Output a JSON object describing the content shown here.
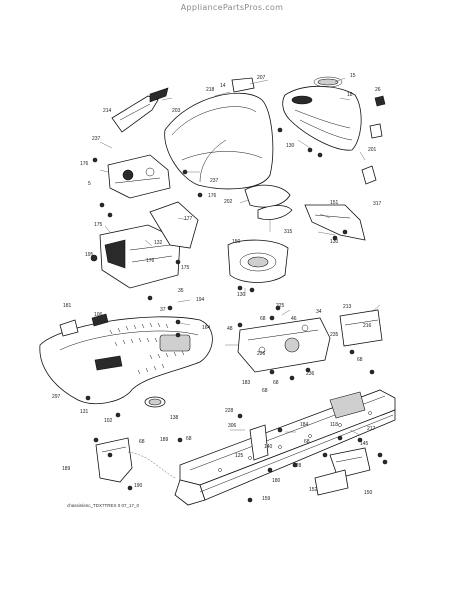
{
  "watermark": "AppliancePartsPros.com",
  "drawing_code": "chassis/enc_TDX7TREX 0 07_17_0",
  "part_labels": [
    {
      "text": "207"
    },
    {
      "text": "15"
    },
    {
      "text": "218"
    },
    {
      "text": "14"
    },
    {
      "text": "18"
    },
    {
      "text": "26"
    },
    {
      "text": "214"
    },
    {
      "text": "203"
    },
    {
      "text": "130"
    },
    {
      "text": "237"
    },
    {
      "text": "201"
    },
    {
      "text": "176"
    },
    {
      "text": "5"
    },
    {
      "text": "237"
    },
    {
      "text": "176"
    },
    {
      "text": "317"
    },
    {
      "text": "202"
    },
    {
      "text": "151"
    },
    {
      "text": "175"
    },
    {
      "text": "177"
    },
    {
      "text": "315"
    },
    {
      "text": "132"
    },
    {
      "text": "175"
    },
    {
      "text": "150"
    },
    {
      "text": "130"
    },
    {
      "text": "195"
    },
    {
      "text": "176"
    },
    {
      "text": "130"
    },
    {
      "text": "35"
    },
    {
      "text": "181"
    },
    {
      "text": "37"
    },
    {
      "text": "194"
    },
    {
      "text": "225"
    },
    {
      "text": "34"
    },
    {
      "text": "213"
    },
    {
      "text": "106"
    },
    {
      "text": "68"
    },
    {
      "text": "46"
    },
    {
      "text": "235"
    },
    {
      "text": "216"
    },
    {
      "text": "164"
    },
    {
      "text": "48"
    },
    {
      "text": "226"
    },
    {
      "text": "183"
    },
    {
      "text": "236"
    },
    {
      "text": "68"
    },
    {
      "text": "68"
    },
    {
      "text": "68"
    },
    {
      "text": "297"
    },
    {
      "text": "131"
    },
    {
      "text": "102"
    },
    {
      "text": "138"
    },
    {
      "text": "228"
    },
    {
      "text": "306"
    },
    {
      "text": "184"
    },
    {
      "text": "68"
    },
    {
      "text": "118"
    },
    {
      "text": "217"
    },
    {
      "text": "140"
    },
    {
      "text": "189"
    },
    {
      "text": "68"
    },
    {
      "text": "125"
    },
    {
      "text": "145"
    },
    {
      "text": "228"
    },
    {
      "text": "180"
    },
    {
      "text": "190"
    },
    {
      "text": "152"
    },
    {
      "text": "150"
    },
    {
      "text": "159"
    },
    {
      "text": "189"
    },
    {
      "text": "68"
    }
  ]
}
